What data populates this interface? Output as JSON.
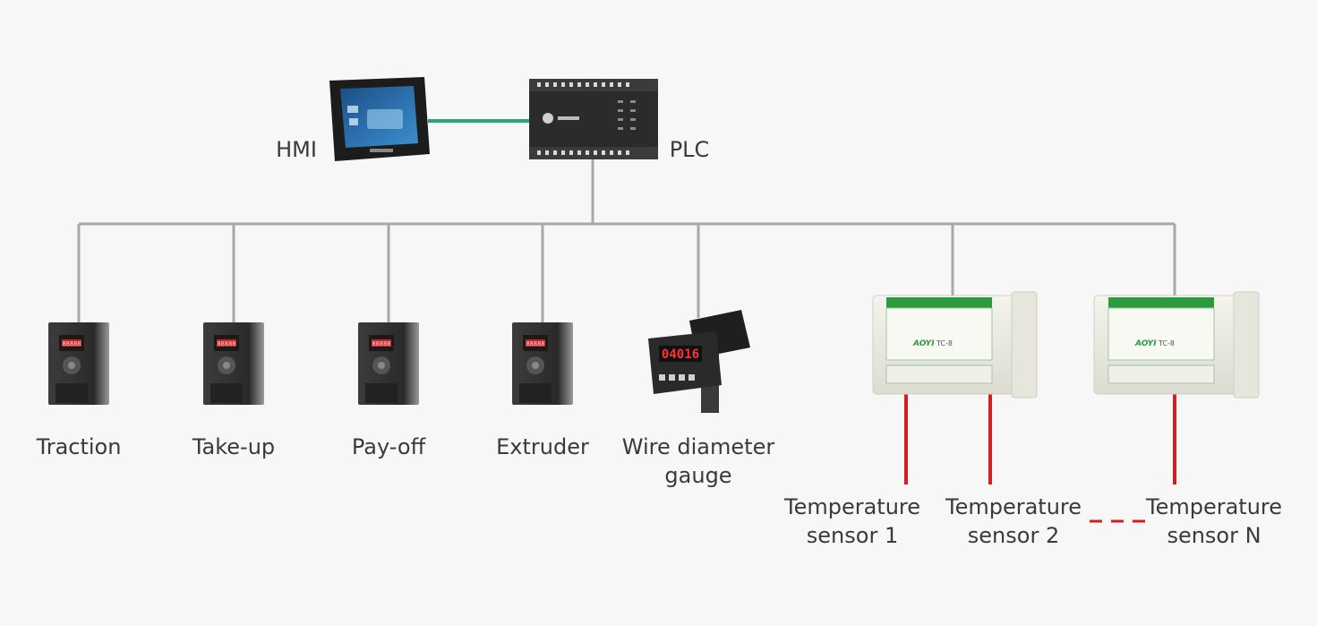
{
  "labels": {
    "hmi": "HMI",
    "plc": "PLC",
    "traction": "Traction",
    "take_up": "Take-up",
    "pay_off": "Pay-off",
    "extruder": "Extruder",
    "gauge_line1": "Wire diameter",
    "gauge_line2": "gauge",
    "sensor1_line1": "Temperature",
    "sensor1_line2": "sensor 1",
    "sensor2_line1": "Temperature",
    "sensor2_line2": "sensor 2",
    "sensorN_line1": "Temperature",
    "sensorN_line2": "sensor N"
  },
  "device_text": {
    "vfd_display": "88888",
    "gauge_display": "04016",
    "module_brand": "AOYI",
    "module_model": "TC-8"
  },
  "colors": {
    "background": "#f7f7f7",
    "bus_line": "#a8a8a8",
    "hmi_link": "#2aa383",
    "sensor_wire": "#d21f1f",
    "module_green": "#2e9a3e",
    "device_dark": "#2b2b2b"
  },
  "icons": {
    "hmi": "touch-screen-hmi-icon",
    "plc": "plc-controller-icon",
    "vfd": "frequency-inverter-icon",
    "gauge": "wire-diameter-gauge-icon",
    "module": "temperature-control-module-icon"
  }
}
